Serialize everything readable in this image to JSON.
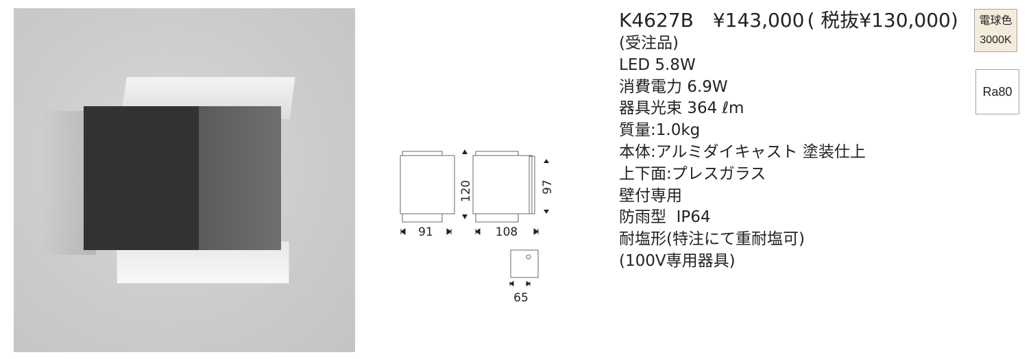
{
  "product": {
    "model": "K4627B",
    "price": "¥143,000",
    "price_excl": "( 税抜¥130,000)",
    "specs": [
      "(受注品)",
      "LED 5.8W",
      "消費電力 6.9W",
      "器具光束 364 ℓm",
      "質量:1.0kg",
      "本体:アルミダイキャスト 塗装仕上",
      "上下面:プレスガラス",
      "壁付専用",
      "防雨型  IP64",
      "耐塩形(特注にて重耐塩可)",
      "(100V専用器具)"
    ]
  },
  "badges": {
    "color_name": "電球色",
    "color_temp": "3000K",
    "cri": "Ra80"
  },
  "dimensions": {
    "height": "120",
    "width": "91",
    "depth": "108",
    "body_height": "97",
    "base_width": "65"
  }
}
